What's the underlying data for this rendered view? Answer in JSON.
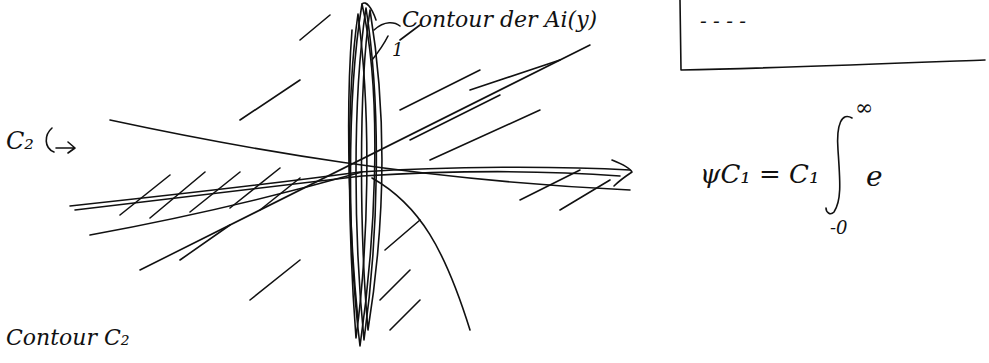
{
  "diagram": {
    "labels": [
      "Contour der Ai(y)",
      "1",
      "- - - -",
      "C₂",
      "ψC₁ = C₁",
      "∞",
      "-0",
      "e",
      "Contour C₂"
    ]
  }
}
